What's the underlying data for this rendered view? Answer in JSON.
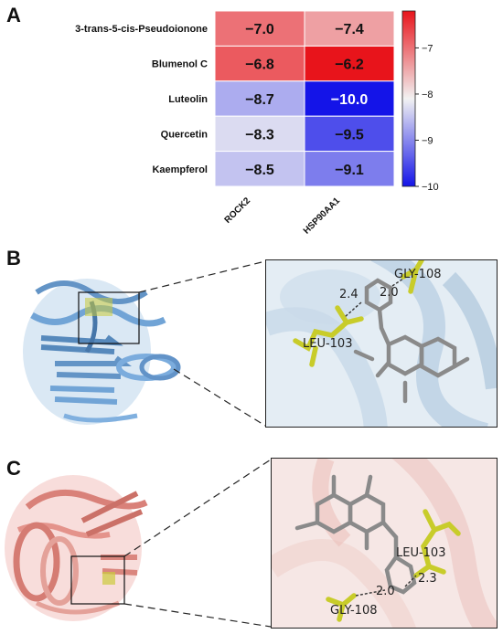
{
  "panels": {
    "a": "A",
    "b": "B",
    "c": "C"
  },
  "colors": {
    "high": "#e8141b",
    "mid": "#f2f2f2",
    "low": "#1414e8"
  },
  "chart_data": {
    "type": "heatmap",
    "rows": [
      "3-trans-5-cis-Pseudoionone",
      "Blumenol C",
      "Luteolin",
      "Quercetin",
      "Kaempferol"
    ],
    "columns": [
      "ROCK2",
      "HSP90AA1"
    ],
    "values": [
      [
        -7.0,
        -7.4
      ],
      [
        -6.8,
        -6.2
      ],
      [
        -8.7,
        -10.0
      ],
      [
        -8.3,
        -9.5
      ],
      [
        -8.5,
        -9.1
      ]
    ],
    "cell_labels": [
      [
        "−7.0",
        "−7.4"
      ],
      [
        "−6.8",
        "−6.2"
      ],
      [
        "−8.7",
        "−10.0"
      ],
      [
        "−8.3",
        "−9.5"
      ],
      [
        "−8.5",
        "−9.1"
      ]
    ],
    "colorbar": {
      "range": [
        -10,
        -6.2
      ],
      "ticks": [
        -7,
        -8,
        -9,
        -10
      ],
      "tick_labels": [
        "−7",
        "−8",
        "−9",
        "−10"
      ]
    }
  },
  "structure_b": {
    "residues": [
      {
        "name": "GLY-108"
      },
      {
        "name": "LEU-103"
      }
    ],
    "distances": [
      "2.4",
      "2.0"
    ]
  },
  "structure_c": {
    "residues": [
      {
        "name": "LEU-103"
      },
      {
        "name": "GLY-108"
      }
    ],
    "distances": [
      "2.3",
      "2.0"
    ]
  }
}
